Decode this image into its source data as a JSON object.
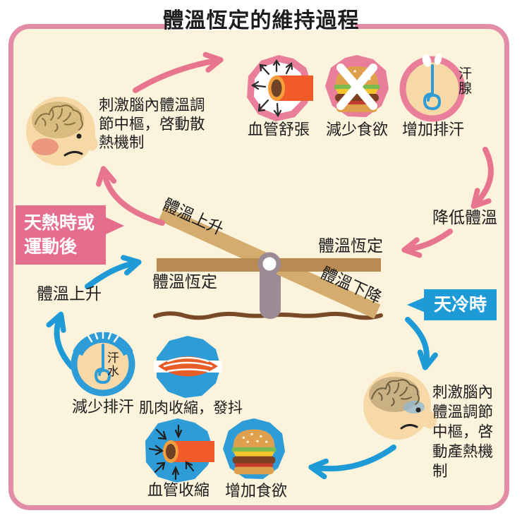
{
  "title": "體溫恆定的維持過程",
  "colors": {
    "background_cream": "#FBF3DC",
    "frame_pink": "#E28CA6",
    "arrow_pink": "#E8758E",
    "arrow_blue": "#1E9BD7",
    "callout_hot_pink": "#E56E8E",
    "callout_cold_blue": "#1E9BD7",
    "plank_dark_brown": "#B98B52",
    "plank_light_brown": "#D3AC6E",
    "ground_brown": "#7A4A28",
    "pivot_gray": "#9C8A94",
    "skin": "#F6D9A7"
  },
  "hot_pathway": {
    "trigger": "天熱時或運動後",
    "rise_label": "體溫上升",
    "brain_text": "刺激腦內體溫調節中樞，啓動散熱機制",
    "effects": [
      {
        "label": "血管舒張",
        "icon": "vasodilation-icon"
      },
      {
        "label": "減少食欲",
        "icon": "no-appetite-icon"
      },
      {
        "label": "增加排汗",
        "icon": "sweat-gland-icon",
        "gland_label": "汗腺"
      }
    ],
    "result": "降低體溫"
  },
  "cold_pathway": {
    "trigger": "天冷時",
    "brain_text": "刺激腦內體溫調節中樞，啓動產熱機制",
    "effects": [
      {
        "label": "血管收縮",
        "icon": "vasoconstriction-icon"
      },
      {
        "label": "增加食欲",
        "icon": "appetite-icon"
      },
      {
        "label": "肌肉收縮，發抖",
        "icon": "muscle-icon"
      },
      {
        "label": "減少排汗",
        "icon": "sweat-gland-icon",
        "gland_label": "汗水"
      }
    ],
    "rise_label": "體溫上升"
  },
  "seesaw": {
    "up_label": "體溫上升",
    "steady_label_left": "體溫恆定",
    "steady_label_right": "體溫恆定",
    "down_label": "體溫下降"
  }
}
